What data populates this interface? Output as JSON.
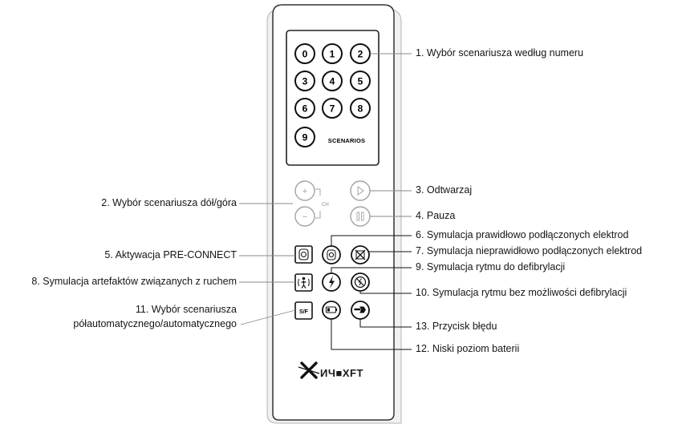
{
  "keypad": {
    "keys": [
      "0",
      "1",
      "2",
      "3",
      "4",
      "5",
      "6",
      "7",
      "8",
      "9"
    ],
    "title": "SCENARIOS"
  },
  "controls": {
    "ch_plus": "+",
    "ch_minus": "−",
    "ch_label": "CH",
    "sf_label": "S/F"
  },
  "brand": {
    "logo_text": "ИЧ■XFT"
  },
  "labels": {
    "l1": "1. Wybór scenariusza według numeru",
    "l2": "2. Wybór scenariusza dół/góra",
    "l3": "3. Odtwarzaj",
    "l4": "4. Pauza",
    "l5": "5. Aktywacja PRE-CONNECT",
    "l6": "6. Symulacja prawidłowo podłączonych elektrod",
    "l7": "7. Symulacja nieprawidłowo podłączonych elektrod",
    "l8": "8. Symulacja artefaktów związanych z ruchem",
    "l9": "9. Symulacja rytmu do defibrylacji",
    "l10": "10. Symulacja rytmu bez możliwości defibrylacji",
    "l11a": "11. Wybór scenariusza",
    "l11b": "półautomatycznego/automatycznego",
    "l12": "12. Niski poziom baterii",
    "l13": "13. Przycisk błędu"
  },
  "colors": {
    "outline": "#1a1a1a",
    "light_outline": "#9a9a9a",
    "leader": "#8a8a8a"
  }
}
